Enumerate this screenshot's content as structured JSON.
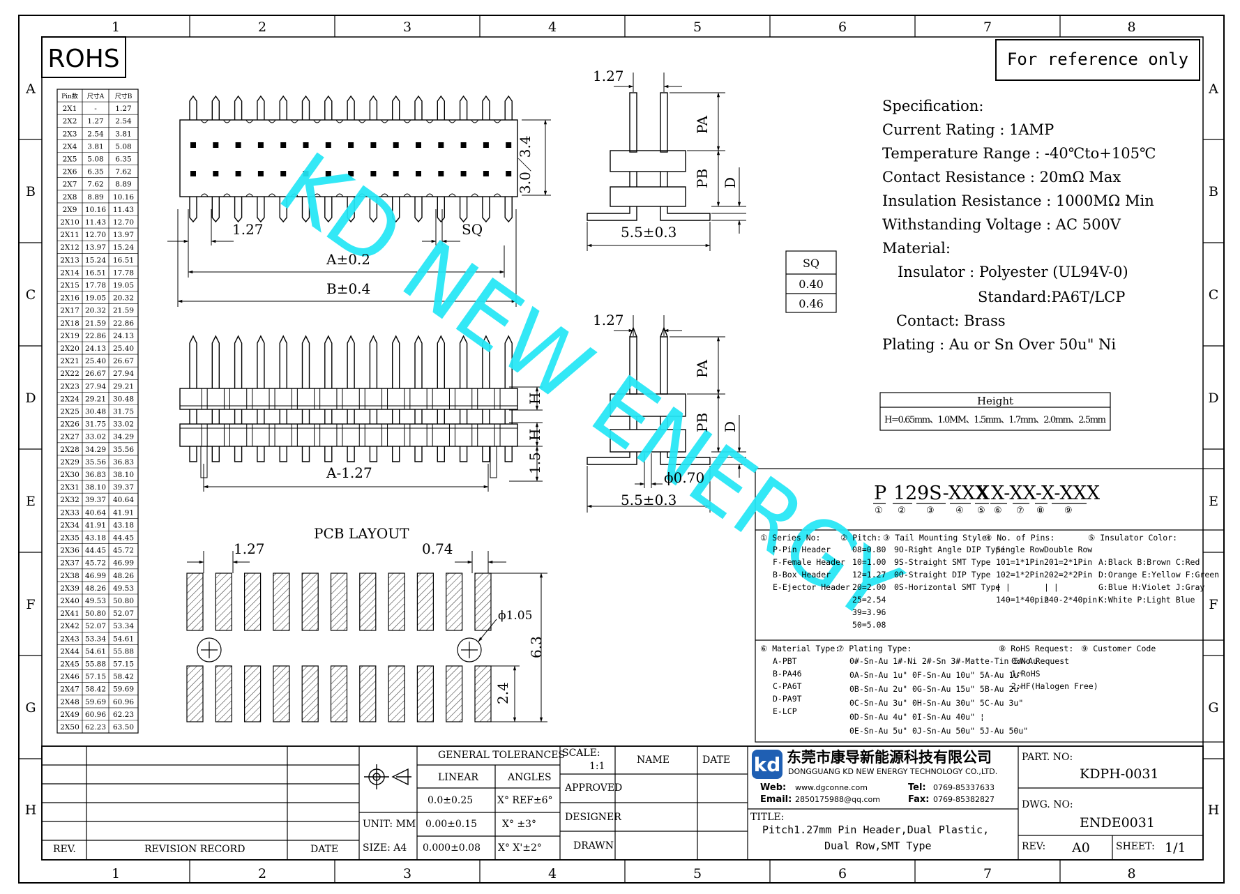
{
  "frame": {
    "cols": [
      "1",
      "2",
      "3",
      "4",
      "5",
      "6",
      "7",
      "8"
    ],
    "rows": [
      "A",
      "B",
      "C",
      "D",
      "E",
      "F",
      "G",
      "H"
    ]
  },
  "rohs": "ROHS",
  "reference": "For reference only",
  "watermark": "KD NEW ENERGY",
  "dim_table": {
    "headers": [
      "Pin数",
      "尺寸A",
      "尺寸B"
    ],
    "rows": [
      [
        "2X1",
        "-",
        "1.27"
      ],
      [
        "2X2",
        "1.27",
        "2.54"
      ],
      [
        "2X3",
        "2.54",
        "3.81"
      ],
      [
        "2X4",
        "3.81",
        "5.08"
      ],
      [
        "2X5",
        "5.08",
        "6.35"
      ],
      [
        "2X6",
        "6.35",
        "7.62"
      ],
      [
        "2X7",
        "7.62",
        "8.89"
      ],
      [
        "2X8",
        "8.89",
        "10.16"
      ],
      [
        "2X9",
        "10.16",
        "11.43"
      ],
      [
        "2X10",
        "11.43",
        "12.70"
      ],
      [
        "2X11",
        "12.70",
        "13.97"
      ],
      [
        "2X12",
        "13.97",
        "15.24"
      ],
      [
        "2X13",
        "15.24",
        "16.51"
      ],
      [
        "2X14",
        "16.51",
        "17.78"
      ],
      [
        "2X15",
        "17.78",
        "19.05"
      ],
      [
        "2X16",
        "19.05",
        "20.32"
      ],
      [
        "2X17",
        "20.32",
        "21.59"
      ],
      [
        "2X18",
        "21.59",
        "22.86"
      ],
      [
        "2X19",
        "22.86",
        "24.13"
      ],
      [
        "2X20",
        "24.13",
        "25.40"
      ],
      [
        "2X21",
        "25.40",
        "26.67"
      ],
      [
        "2X22",
        "26.67",
        "27.94"
      ],
      [
        "2X23",
        "27.94",
        "29.21"
      ],
      [
        "2X24",
        "29.21",
        "30.48"
      ],
      [
        "2X25",
        "30.48",
        "31.75"
      ],
      [
        "2X26",
        "31.75",
        "33.02"
      ],
      [
        "2X27",
        "33.02",
        "34.29"
      ],
      [
        "2X28",
        "34.29",
        "35.56"
      ],
      [
        "2X29",
        "35.56",
        "36.83"
      ],
      [
        "2X30",
        "36.83",
        "38.10"
      ],
      [
        "2X31",
        "38.10",
        "39.37"
      ],
      [
        "2X32",
        "39.37",
        "40.64"
      ],
      [
        "2X33",
        "40.64",
        "41.91"
      ],
      [
        "2X34",
        "41.91",
        "43.18"
      ],
      [
        "2X35",
        "43.18",
        "44.45"
      ],
      [
        "2X36",
        "44.45",
        "45.72"
      ],
      [
        "2X37",
        "45.72",
        "46.99"
      ],
      [
        "2X38",
        "46.99",
        "48.26"
      ],
      [
        "2X39",
        "48.26",
        "49.53"
      ],
      [
        "2X40",
        "49.53",
        "50.80"
      ],
      [
        "2X41",
        "50.80",
        "52.07"
      ],
      [
        "2X42",
        "52.07",
        "53.34"
      ],
      [
        "2X43",
        "53.34",
        "54.61"
      ],
      [
        "2X44",
        "54.61",
        "55.88"
      ],
      [
        "2X45",
        "55.88",
        "57.15"
      ],
      [
        "2X46",
        "57.15",
        "58.42"
      ],
      [
        "2X47",
        "58.42",
        "59.69"
      ],
      [
        "2X48",
        "59.69",
        "60.96"
      ],
      [
        "2X49",
        "60.96",
        "62.23"
      ],
      [
        "2X50",
        "62.23",
        "63.50"
      ]
    ]
  },
  "dims": {
    "top_h": "3.0／3.4",
    "pitch": "1.27",
    "sq": "SQ",
    "a": "A±0.2",
    "b": "B±0.4",
    "side_pitch": "1.27",
    "pa": "PA",
    "pb": "PB",
    "d": "D",
    "side_w": "5.5±0.3",
    "h": "H",
    "h2": "H",
    "d15": "1.5",
    "a127": "A-1.27",
    "side2_pitch": "1.27",
    "pa2": "PA",
    "pb2": "PB",
    "d2": "D",
    "dia070": "ϕ0.70",
    "side2_w": "5.5±0.3"
  },
  "sq_table": {
    "header": "SQ",
    "values": [
      "0.40",
      "0.46"
    ]
  },
  "pcb": {
    "title": "PCB LAYOUT",
    "pitch": "1.27",
    "pad_w": "0.74",
    "hole": "ϕ1.05",
    "h63": "6.3",
    "h24": "2.4"
  },
  "spec": {
    "lines": [
      "Specification:",
      "Current Rating : 1AMP",
      "Temperature Range : -40℃to+105℃",
      "Contact Resistance : 20mΩ Max",
      "Insulation Resistance : 1000MΩ Min",
      "Withstanding Voltage : AC 500V",
      "Material:",
      "Insulator : Polyester (UL94V-0)",
      "Standard:PA6T/LCP",
      "Contact: Brass",
      "Plating : Au or Sn Over 50u\" Ni"
    ]
  },
  "height_table": {
    "header": "Height",
    "value": "H=0.65mm、1.0MM、1.5mm、1.7mm、2.0mm、2.5mm"
  },
  "part_code": {
    "parts": [
      "P",
      "12",
      "9S-XXX",
      "X",
      "X-XX-X-XXX"
    ],
    "markers": [
      "①",
      "②",
      "③",
      "④",
      "⑤",
      "⑥",
      "⑦",
      "⑧",
      "⑨"
    ]
  },
  "legend": {
    "series_title": "① Series No:",
    "series": [
      "P-Pin Header",
      "F-Female Header",
      "B-Box Header",
      "E-Ejector Header"
    ],
    "pitch_title": "② Pitch:",
    "pitch": [
      "08=0.80",
      "10=1.00",
      "12=1.27",
      "20=2.00",
      "25=2.54",
      "39=3.96",
      "50=5.08"
    ],
    "tail_title": "③ Tail Mounting Style:",
    "tail": [
      "9O-Right Angle DIP Type",
      "9S-Straight SMT Type",
      "0O-Straight DIP Type",
      "0S-Horizontal SMT Type"
    ],
    "pins_title": "④ No. of Pins:",
    "pins_single_head": "Single Row",
    "pins_single": [
      "101=1*1Pin",
      "102=1*2Pin",
      "|  |",
      "140=1*40pin"
    ],
    "pins_double_head": "Double Row",
    "pins_double": [
      "201=2*1Pin",
      "202=2*2Pin",
      "|  |",
      "240-2*40pin"
    ],
    "color_title": "⑤ Insulator Color:",
    "colors": [
      "A:Black  B:Brown  C:Red",
      "D:Orange E:Yellow F:Green",
      "G:Blue   H:Violet J:Gray",
      "K:White  P:Light Blue"
    ],
    "material_title": "⑥ Material Type:",
    "material": [
      "A-PBT",
      "B-PA46",
      "C-PA6T",
      "D-PA9T",
      "E-LCP"
    ],
    "plating_title": "⑦ Plating Type:",
    "plating": [
      "0#-Sn-Au 1#-Ni 2#-Sn 3#-Matte-Tin 5#-Au",
      "0A-Sn-Au 1u\" 0F-Sn-Au 10u\"  5A-Au 1u\"",
      "0B-Sn-Au 2u\" 0G-Sn-Au 15u\"  5B-Au 2u\"",
      "0C-Sn-Au 3u\" 0H-Sn-Au 30u\"  5C-Au 3u\"",
      "0D-Sn-Au 4u\" 0I-Sn-Au 40u\"     ¦",
      "0E-Sn-Au 5u\" 0J-Sn-Au 50u\"  5J-Au 50u\""
    ],
    "rohs_title": "⑧ RoHS Request:",
    "rohs": [
      "0:No Request",
      "1:RoHS",
      "2:HF(Halogen Free)"
    ],
    "customer_title": "⑨ Customer Code"
  },
  "title_block": {
    "rev": "REV.",
    "revision_record": "REVISION RECORD",
    "date": "DATE",
    "general_tolerances": "GENERAL TOLERANCES",
    "linear": "LINEAR",
    "angles": "ANGLES",
    "lin1": "0.0±0.25",
    "ang1": "X° REF±6°",
    "lin2": "0.00±0.15",
    "ang2": "X° ±3°",
    "lin3": "0.000±0.08",
    "ang3": "X° X'±2°",
    "unit": "UNIT: MM",
    "size": "SIZE: A4",
    "scale_label": "SCALE:",
    "scale": "1:1",
    "name": "NAME",
    "date2": "DATE",
    "approved": "APPROVED",
    "designer": "DESIGNER",
    "drawn": "DRAWN",
    "company_cn": "东莞市康导新能源科技有限公司",
    "company_en": "DONGGUANG KD NEW ENERGY TECHNOLOGY CO.,LTD.",
    "web_label": "Web:",
    "web": "www.dgconne.com",
    "tel_label": "Tel:",
    "tel": "0769-85337633",
    "email_label": "Email:",
    "email": "2850175988@qq.com",
    "fax_label": "Fax:",
    "fax": "0769-85382827",
    "title_label": "TITLE:",
    "title1": "Pitch1.27mm Pin Header,Dual Plastic,",
    "title2": "Dual Row,SMT Type",
    "part_no_label": "PART. NO:",
    "part_no": "KDPH-0031",
    "dwg_no_label": "DWG. NO:",
    "dwg_no": "ENDE0031",
    "rev_label": "REV:",
    "rev_val": "A0",
    "sheet_label": "SHEET:",
    "sheet": "1/1"
  }
}
